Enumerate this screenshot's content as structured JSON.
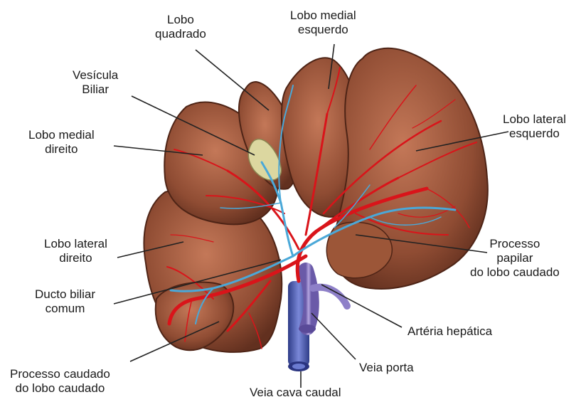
{
  "labels": {
    "lobo_quadrado": [
      "Lobo",
      "quadrado"
    ],
    "lobo_medial_esquerdo": [
      "Lobo medial",
      "esquerdo"
    ],
    "vesicula_biliar": [
      "Vesícula",
      "Biliar"
    ],
    "lobo_medial_direito": [
      "Lobo medial",
      "direito"
    ],
    "lobo_lateral_esquerdo": [
      "Lobo lateral",
      "esquerdo"
    ],
    "lobo_lateral_direito": [
      "Lobo lateral",
      "direito"
    ],
    "processo_papilar": [
      "Processo",
      "papilar",
      "do lobo caudado"
    ],
    "ducto_biliar_comum": [
      "Ducto biliar",
      "comum"
    ],
    "arteria_hepatica": [
      "Artéria hepática"
    ],
    "veia_porta": [
      "Veia porta"
    ],
    "processo_caudado": [
      "Processo caudado",
      "do lobo caudado"
    ],
    "veia_cava_caudal": [
      "Veia cava caudal"
    ]
  },
  "colors": {
    "liver": "#8a4a32",
    "liver_dark": "#5a2a1a",
    "artery": "#d9141a",
    "bile_duct": "#4aa8d8",
    "vena_cava": "#5a6ab8",
    "gallbladder": "#d8d49a",
    "leader": "#222222"
  }
}
